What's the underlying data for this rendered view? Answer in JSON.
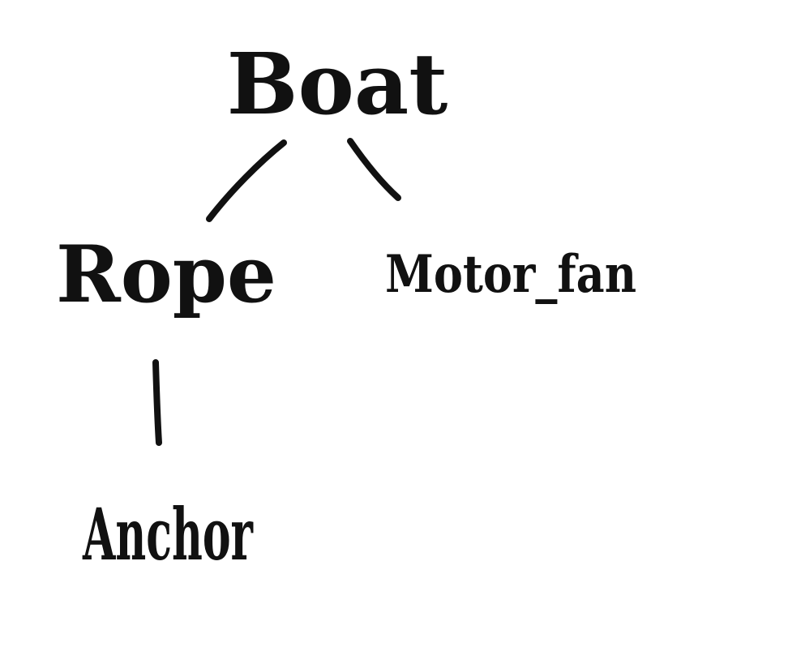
{
  "diagram": {
    "type": "tree",
    "nodes": [
      {
        "id": "boat",
        "label": "Boat"
      },
      {
        "id": "rope",
        "label": "Rope"
      },
      {
        "id": "motor_fan",
        "label": "Motor_fan"
      },
      {
        "id": "anchor",
        "label": "Anchor"
      }
    ],
    "edges": [
      {
        "from": "boat",
        "to": "rope"
      },
      {
        "from": "boat",
        "to": "motor_fan"
      },
      {
        "from": "rope",
        "to": "anchor"
      }
    ]
  },
  "colors": {
    "ink": "#111111",
    "background": "#ffffff"
  }
}
